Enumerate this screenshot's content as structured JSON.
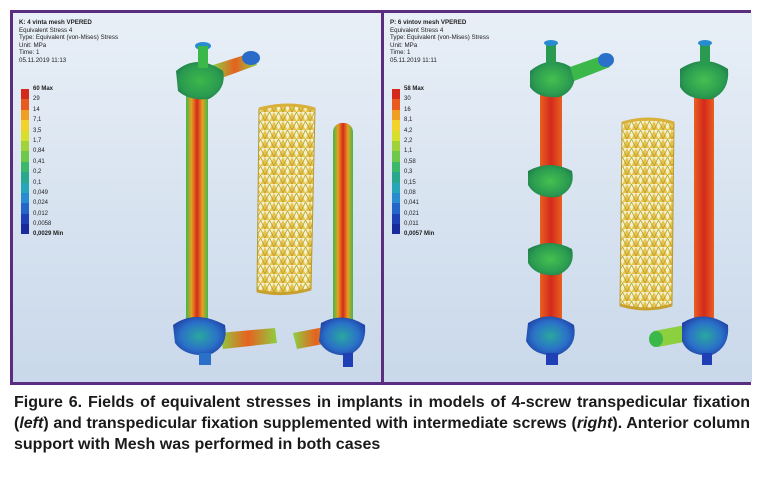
{
  "left_panel": {
    "title": "K: 4 vinta mesh VPERED",
    "lines": [
      "Equivalent Stress 4",
      "Type: Equivalent (von-Mises) Stress",
      "Unit: MPa",
      "Time: 1",
      "05.11.2019 11:13"
    ],
    "legend": {
      "max_label": "60 Max",
      "labels": [
        "29",
        "14",
        "7,1",
        "3,5",
        "1,7",
        "0,84",
        "0,41",
        "0,2",
        "0,1",
        "0,049",
        "0,024",
        "0,012",
        "0,0058"
      ],
      "min_label": "0,0029 Min"
    }
  },
  "right_panel": {
    "title": "P: 6 vintov mesh VPERED",
    "lines": [
      "Equivalent Stress 4",
      "Type: Equivalent (von-Mises) Stress",
      "Unit: MPa",
      "Time: 1",
      "05.11.2019 11:11"
    ],
    "legend": {
      "max_label": "58 Max",
      "labels": [
        "30",
        "16",
        "8,1",
        "4,2",
        "2,2",
        "1,1",
        "0,58",
        "0,3",
        "0,15",
        "0,08",
        "0,041",
        "0,021",
        "0,011"
      ],
      "min_label": "0,0057 Min"
    }
  },
  "legend_colors": [
    "#d42a1c",
    "#e85a1e",
    "#f0a020",
    "#f4d22c",
    "#d6e02c",
    "#a2d23a",
    "#6ec84a",
    "#3cb86a",
    "#2aa88e",
    "#26a6b8",
    "#2a8cd0",
    "#2466c8",
    "#1e40b4",
    "#1a2a9c"
  ],
  "caption": {
    "prefix": "Figure 6. Fields of equivalent stresses in implants in models of 4-screw transpedicular fixation (",
    "em1": "left",
    "middle": ") and transpedicular fixation supplemented with intermediate screws (",
    "em2": "right",
    "suffix": "). Anterior column support with Mesh was performed in both cases"
  }
}
